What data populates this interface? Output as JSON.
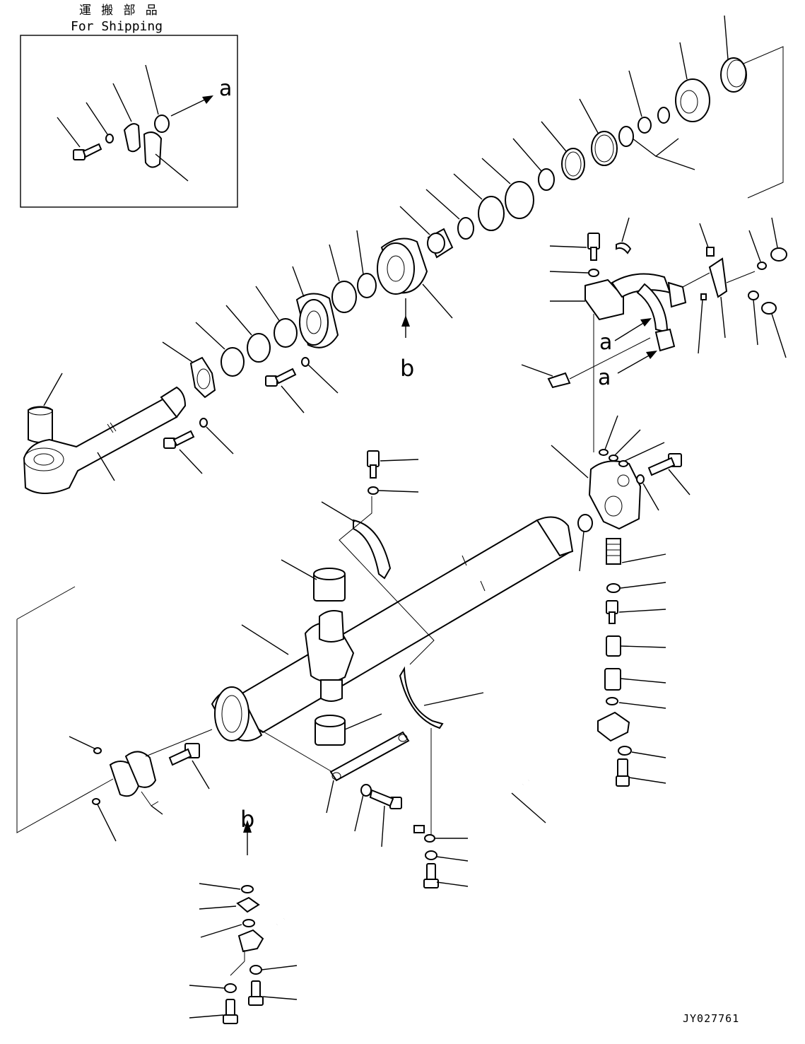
{
  "inset": {
    "title_jp": "運 搬 部 品",
    "title_en": "For Shipping",
    "arrow_label": "a"
  },
  "view_labels": {
    "a1": "a",
    "a2": "a",
    "b_top": "b",
    "b_bottom": "b"
  },
  "drawing_number": "JY027761"
}
